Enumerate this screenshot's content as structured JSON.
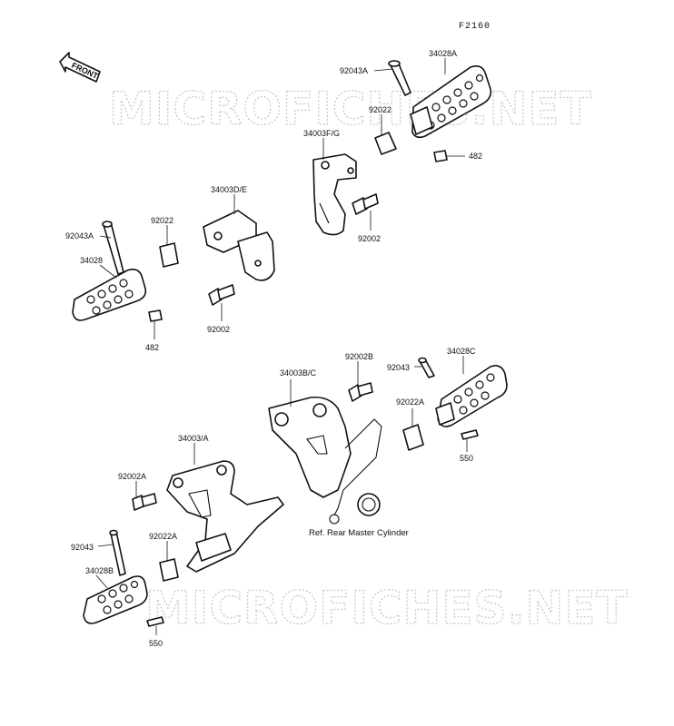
{
  "diagram": {
    "figure_code": "F2160",
    "front_label": "FRONT",
    "watermark": "MICROFICHES.NET",
    "reference_note": "Ref. Rear Master Cylinder"
  },
  "labels": {
    "p_34028A": "34028A",
    "p_92043A_top": "92043A",
    "p_92022_top": "92022",
    "p_482_top": "482",
    "p_34003FG": "34003F/G",
    "p_92002_top": "92002",
    "p_34003DE": "34003D/E",
    "p_92022_left": "92022",
    "p_92043A_left": "92043A",
    "p_34028": "34028",
    "p_92002_mid": "92002",
    "p_482_left": "482",
    "p_34003BC": "34003B/C",
    "p_92002B": "92002B",
    "p_92043_right": "92043",
    "p_34028C": "34028C",
    "p_92022A_right": "92022A",
    "p_550_right": "550",
    "p_34003A": "34003/A",
    "p_92002A": "92002A",
    "p_92043_left": "92043",
    "p_92022A_left": "92022A",
    "p_34028B": "34028B",
    "p_550_left": "550"
  }
}
